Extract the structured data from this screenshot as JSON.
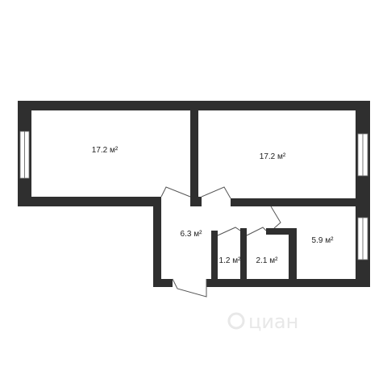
{
  "colors": {
    "wall": "#2f2f2f",
    "window": "#ffffff",
    "door_line": "#555555",
    "background": "#ffffff",
    "watermark": "#e8e8e8"
  },
  "rooms": [
    {
      "id": "room-left",
      "area": "17.2",
      "unit": "м²"
    },
    {
      "id": "room-right",
      "area": "17.2",
      "unit": "м²"
    },
    {
      "id": "hallway",
      "area": "6.3",
      "unit": "м²"
    },
    {
      "id": "toilet",
      "area": "1.2",
      "unit": "м²"
    },
    {
      "id": "bathroom",
      "area": "2.1",
      "unit": "м²"
    },
    {
      "id": "kitchen",
      "area": "5.9",
      "unit": "м²"
    }
  ],
  "watermark": {
    "icon": "cian-logo-icon",
    "text": "циан"
  }
}
